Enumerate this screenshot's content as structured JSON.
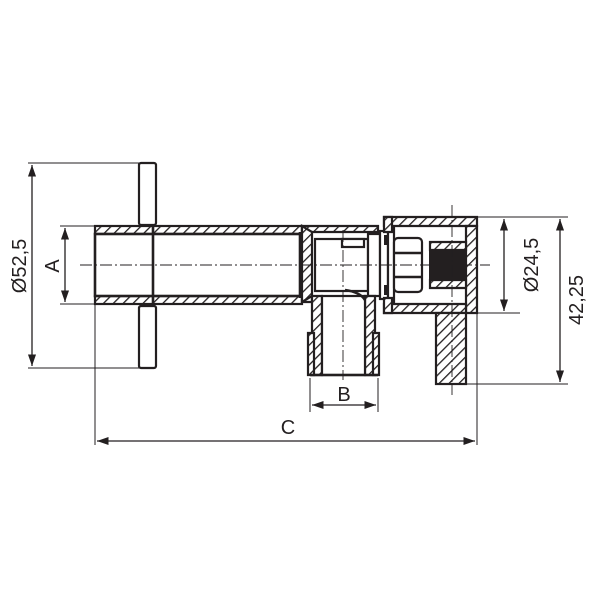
{
  "drawing": {
    "type": "technical cross-section drawing",
    "subject": "angle valve with cross handle (section view)",
    "line_color": "#231f20",
    "background": "#ffffff"
  },
  "dimensions": {
    "flange_diameter": "Ø52,5",
    "inlet_thread": "A",
    "outlet_thread": "B",
    "overall_length": "C",
    "cap_diameter": "Ø24,5",
    "cap_height": "42,25"
  }
}
